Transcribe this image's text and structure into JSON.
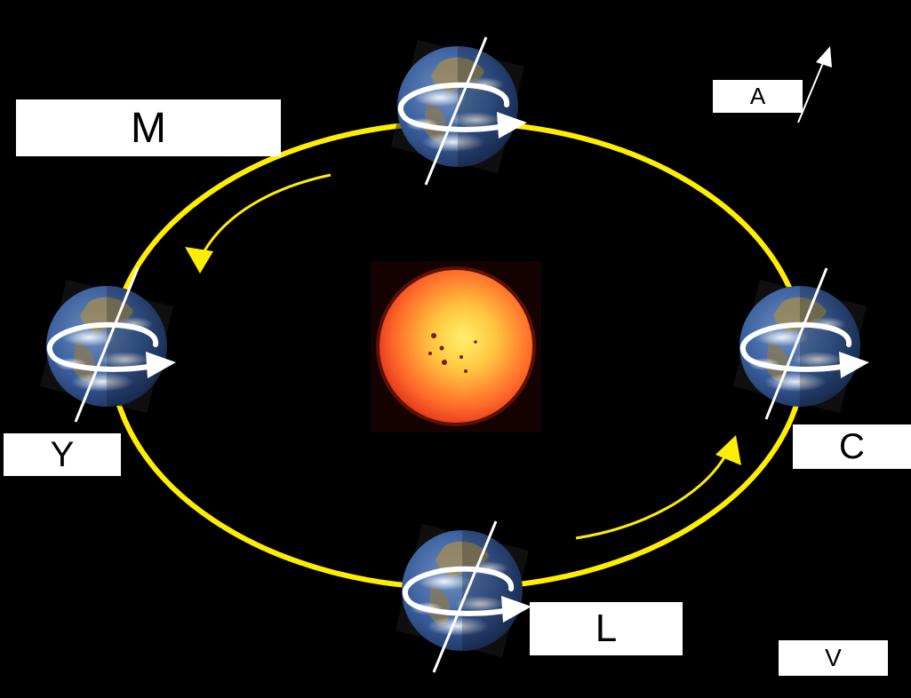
{
  "labels": {
    "m": "M",
    "a": "A",
    "y": "Y",
    "c": "C",
    "l": "L",
    "v": "V"
  },
  "colors": {
    "background": "#000000",
    "orbit": "#ffee00",
    "axis": "#ffffff",
    "sun_core": "#ffd24a",
    "sun_edge": "#e8321a",
    "earth_ocean": "#2c4f8c",
    "label_bg": "#ffffff"
  },
  "icons": {
    "sun": "sun-icon",
    "earth": "earth-globe-icon",
    "rotation": "rotation-arrow-icon",
    "orbit_direction": "orbit-arrow-icon"
  }
}
